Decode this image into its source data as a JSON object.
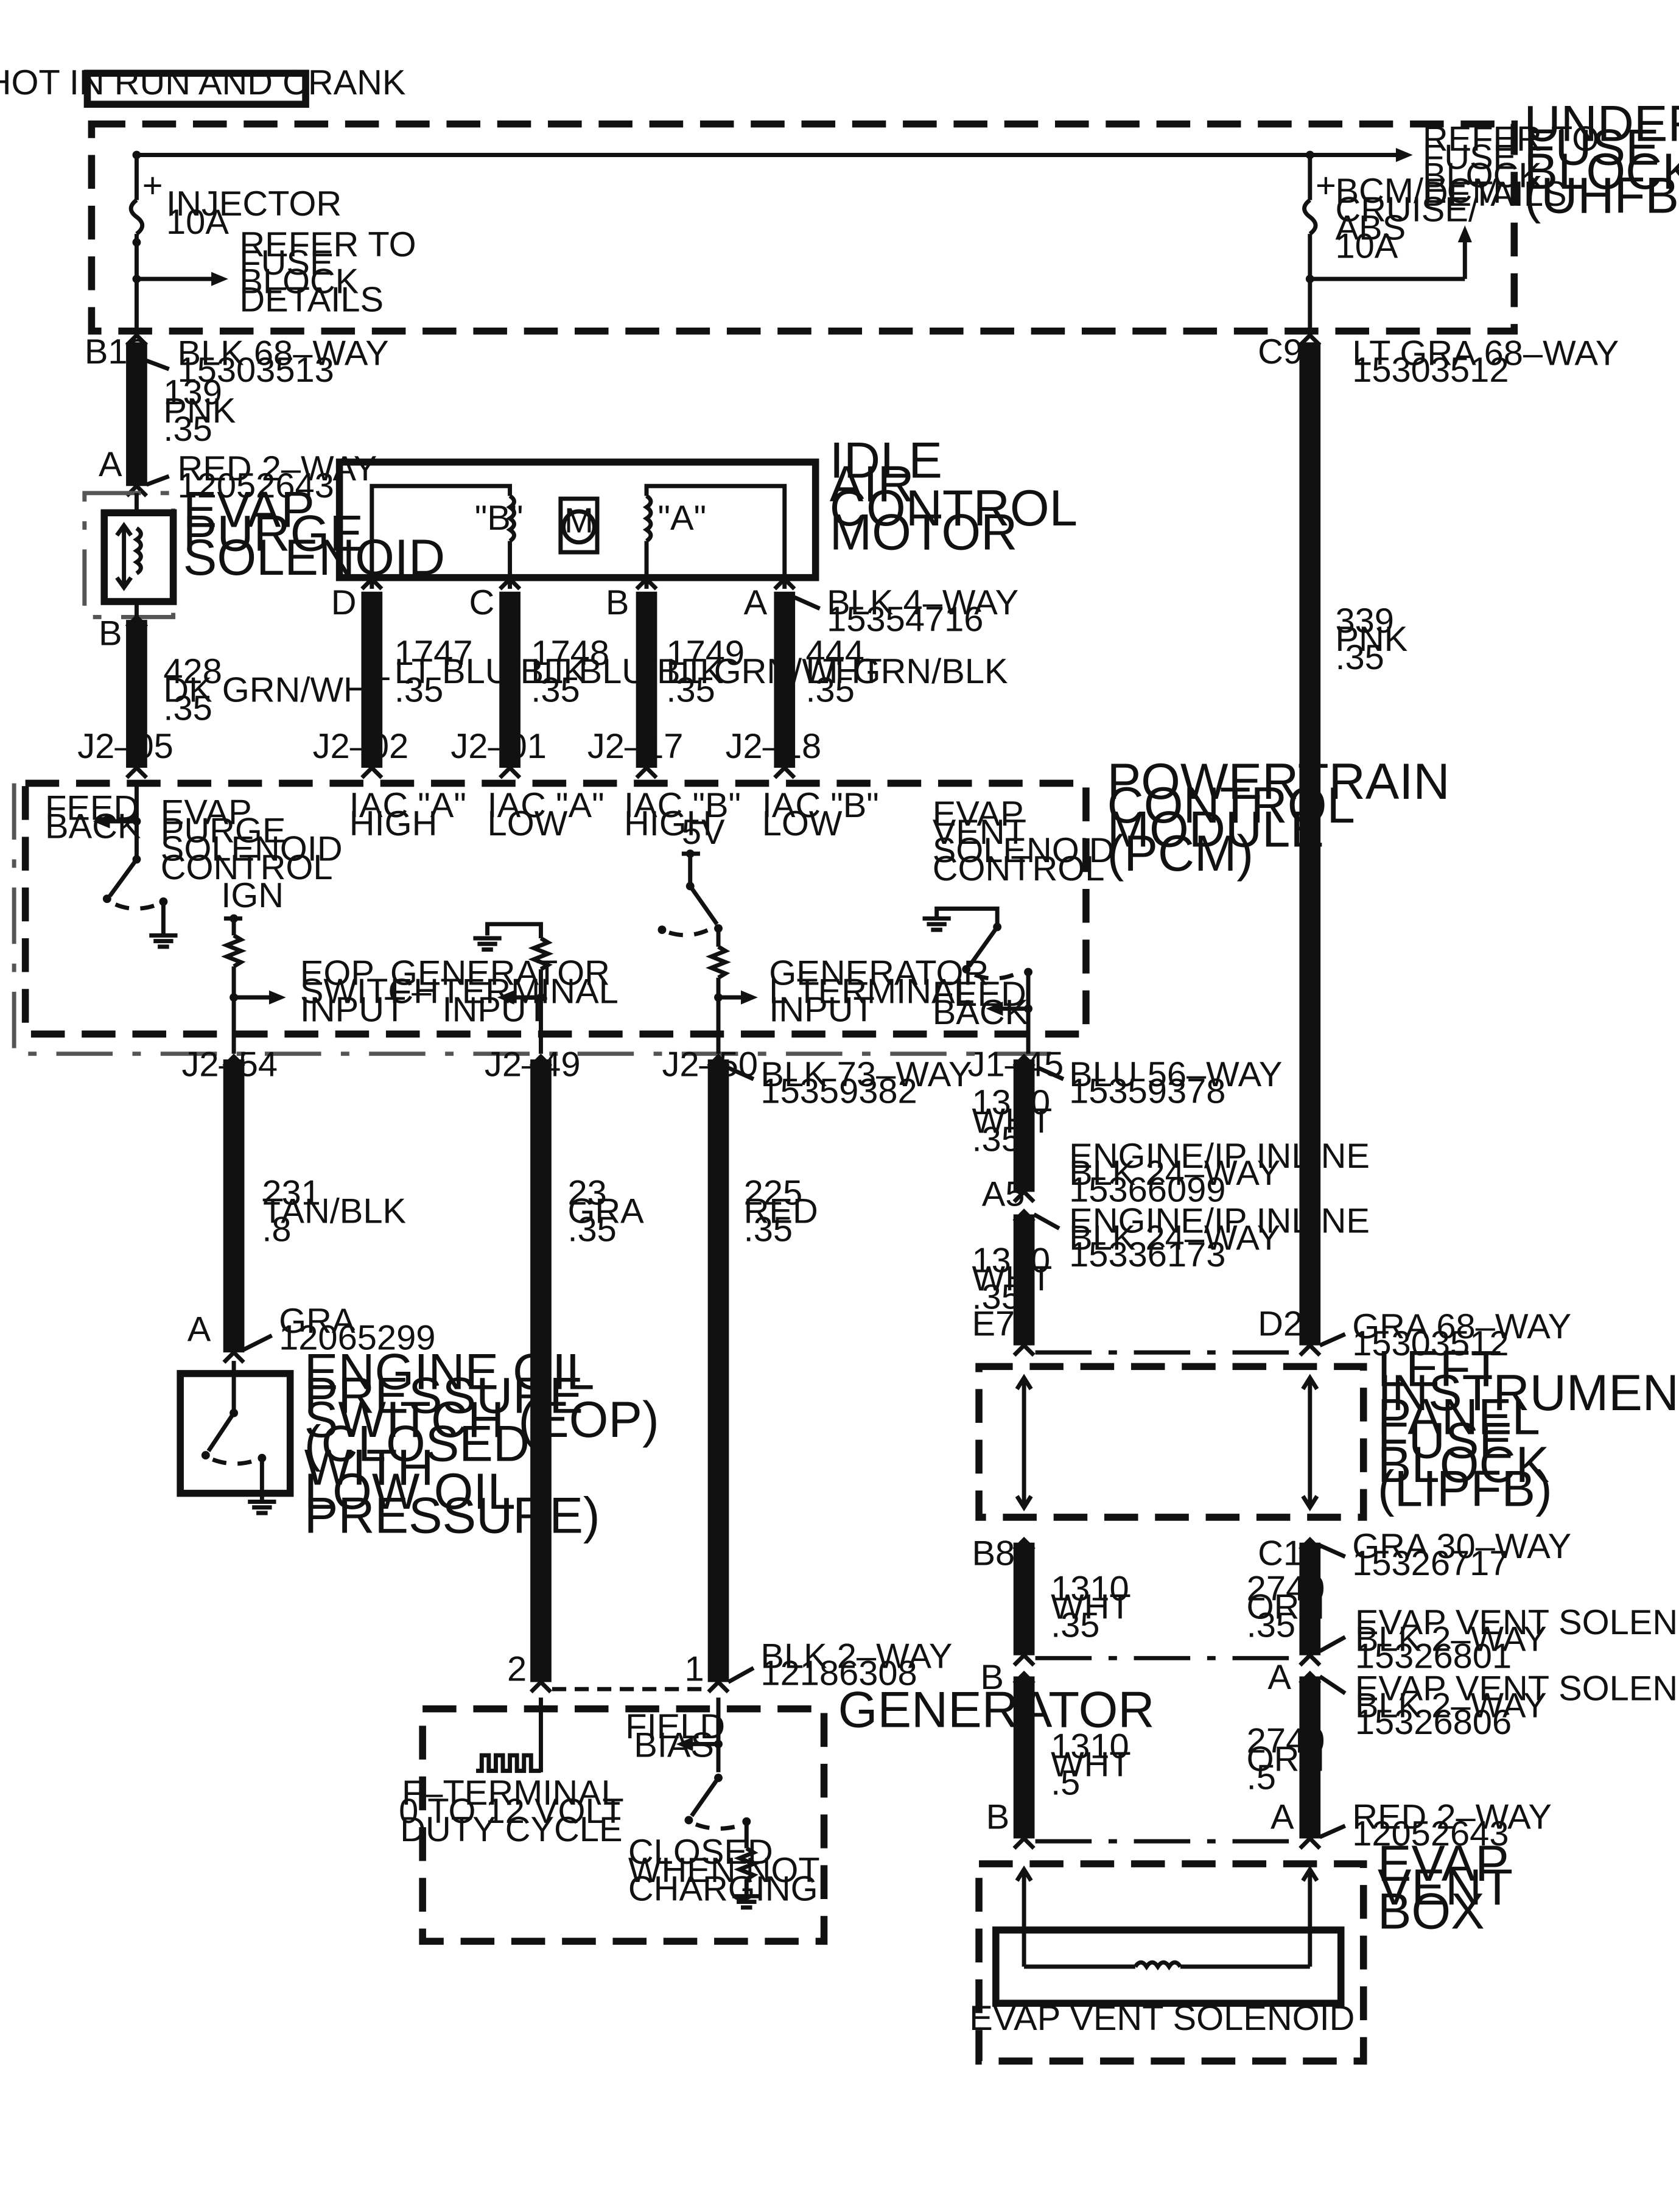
{
  "header": {
    "hot_label": "HOT IN RUN AND CRANK"
  },
  "uhfb": {
    "name_lines": [
      "UNDERHOOD",
      "FUSE",
      "BLOCK",
      "(UHFB)"
    ],
    "fuse_injector": [
      "INJECTOR",
      "10A"
    ],
    "fuse_bcm": [
      "BCM/ECM",
      "CRUISE/",
      "ABS",
      "10A"
    ],
    "refer_left": [
      "REFER TO",
      "FUSE",
      "BLOCK",
      "DETAILS"
    ],
    "refer_right": [
      "REFER TO",
      "FUSE",
      "BLOCK",
      "DETAILS"
    ],
    "pin_b10": "B10",
    "pin_c9": "C9",
    "conn_left": [
      "BLK 68–WAY",
      "15303513"
    ],
    "conn_right": [
      "LT GRA 68–WAY",
      "15303512"
    ]
  },
  "evap_purge": {
    "name_lines": [
      "EVAP",
      "PURGE",
      "SOLENOID"
    ],
    "pin_a": "A",
    "pin_b": "B",
    "conn": [
      "RED 2–WAY",
      "12052643"
    ],
    "wire_top": [
      "139",
      "PNK",
      ".35"
    ],
    "wire_bottom": [
      "428",
      "DK GRN/WHT",
      ".35"
    ]
  },
  "iac": {
    "name_lines": [
      "IDLE",
      "AIR",
      "CONTROL",
      "MOTOR"
    ],
    "coil_b": "\"B\"",
    "coil_a": "\"A\"",
    "motor": "M",
    "pins": [
      "D",
      "C",
      "B",
      "A"
    ],
    "conn": [
      "BLK 4–WAY",
      "15354716"
    ],
    "wires": [
      [
        "1747",
        "LT BLU/BLK",
        ".35"
      ],
      [
        "1748",
        "LT BLU/BLK",
        ".35"
      ],
      [
        "1749",
        "LT GRN/WHT",
        ".35"
      ],
      [
        "444",
        "LT GRN/BLK",
        ".35"
      ]
    ]
  },
  "wire_339": [
    "339",
    "PNK",
    ".35"
  ],
  "pcm": {
    "name_lines": [
      "POWERTRAIN",
      "CONTROL",
      "MODULE",
      "(PCM)"
    ],
    "top_pins": [
      "J2–05",
      "J2–02",
      "J2–01",
      "J2–17",
      "J2–18"
    ],
    "iac_labels": [
      [
        "IAC \"A\"",
        "HIGH"
      ],
      [
        "IAC \"A\"",
        "LOW"
      ],
      [
        "IAC \"B\"",
        "HIGH"
      ],
      [
        "IAC \"B\"",
        "LOW"
      ]
    ],
    "feed_back_1": [
      "FEED",
      "BACK"
    ],
    "evap_purge_ctrl": [
      "EVAP",
      "PURGE",
      "SOLENOID",
      "CONTROL"
    ],
    "ign": "IGN",
    "eop_input": [
      "EOP",
      "SWITCH",
      "INPUT"
    ],
    "gen_f_input": [
      "GENERATOR",
      "F– TERMINAL",
      "INPUT"
    ],
    "five_v": "5V",
    "gen_l_input": [
      "GENERATOR",
      "L TERMINAL",
      "INPUT"
    ],
    "evap_vent_ctrl": [
      "EVAP",
      "VENT",
      "SOLENOID",
      "CONTROL"
    ],
    "feed_back_2": [
      "FEED",
      "BACK"
    ],
    "bottom_pins": [
      "J2–54",
      "J2–49",
      "J2–50",
      "J1–45"
    ],
    "conn_73": [
      "BLK 73–WAY",
      "15359382"
    ],
    "conn_56": [
      "BLU 56–WAY",
      "15359378"
    ]
  },
  "eop": {
    "wire": [
      "231",
      "TAN/BLK",
      ".8"
    ],
    "pin": "A",
    "conn": [
      "GRA",
      "12065299"
    ],
    "name_lines": [
      "ENGINE OIL",
      "PRESSURE",
      "SWITCH (EOP)",
      "(CLOSED",
      "WITH",
      "LOW OIL",
      "PRESSURE)"
    ]
  },
  "generator": {
    "wire_23": [
      "23",
      "GRA",
      ".35"
    ],
    "wire_225": [
      "225",
      "RED",
      ".35"
    ],
    "pin_2": "2",
    "pin_1": "1",
    "conn": [
      "BLK 2–WAY",
      "12186308"
    ],
    "name": "GENERATOR",
    "field_bias": [
      "FIELD",
      "BIAS"
    ],
    "f_terminal": [
      "F–TERMINAL",
      "0 TO 12 VOLT",
      "DUTY CYCLE"
    ],
    "closed_note": [
      "CLOSED",
      "WHEN NOT",
      "CHARGING"
    ]
  },
  "vent_circuit": {
    "wire_1310_a": [
      "1310",
      "WHT",
      ".35"
    ],
    "inline_1": [
      "ENGINE/IP INLINE",
      "BLK 24–WAY",
      "15366099"
    ],
    "pin_a5": "A5",
    "inline_2": [
      "ENGINE/IP INLINE",
      "BLK 24–WAY",
      "15336173"
    ],
    "wire_1310_b": [
      "1310",
      "WHT",
      ".35"
    ],
    "pin_e7": "E7",
    "pin_d2": "D2",
    "conn_gra68": [
      "GRA 68–WAY",
      "15303512"
    ],
    "lipfb_lines": [
      "LEFT",
      "INSTRUMENT",
      "PANEL",
      "FUSE",
      "BLOCK",
      "(LIPFB)"
    ],
    "pin_b8": "B8",
    "pin_c1": "C1",
    "conn_gra30": [
      "GRA 30–WAY",
      "15326717"
    ],
    "wire_1310_c": [
      "1310",
      "WHT",
      ".35"
    ],
    "wire_2740_a": [
      "2740",
      "ORN",
      ".35"
    ],
    "inline_vent_1": [
      "EVAP VENT SOLENOID INLINE",
      "BLK 2–WAY",
      "15326801"
    ],
    "pin_b_1": "B",
    "pin_a_1": "A",
    "inline_vent_2": [
      "EVAP VENT SOLENOID INLINE",
      "BLK 2–WAY",
      "15326806"
    ],
    "wire_1310_d": [
      "1310",
      "WHT",
      ".5"
    ],
    "wire_2740_b": [
      "2740",
      "ORN",
      ".5"
    ],
    "pin_b_2": "B",
    "pin_a_2": "A",
    "conn_red2": [
      "RED 2–WAY",
      "12052643"
    ],
    "vent_box_lines": [
      "EVAP",
      "VENT",
      "BOX"
    ],
    "vent_solenoid": "EVAP VENT SOLENOID"
  }
}
